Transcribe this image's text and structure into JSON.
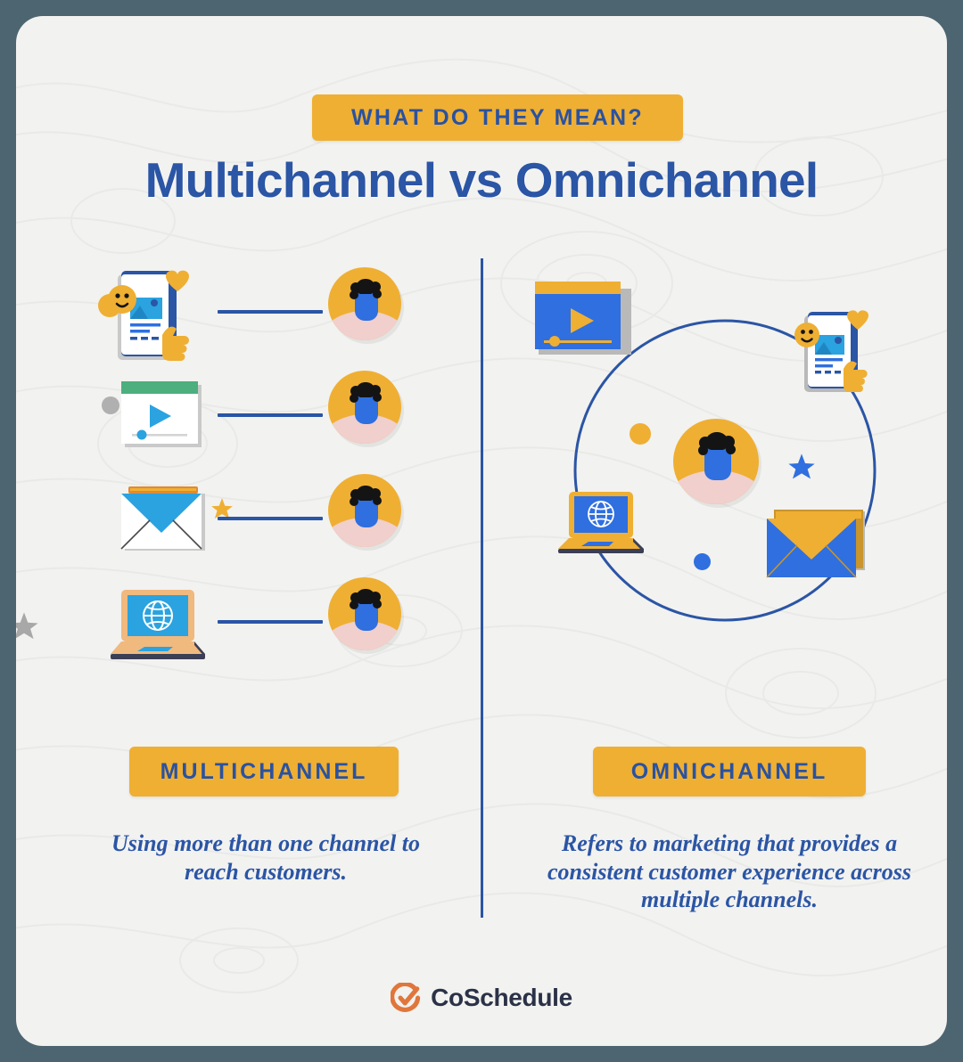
{
  "colors": {
    "page_background": "#4d6570",
    "card_background": "#f2f2f0",
    "accent_yellow": "#efaf33",
    "accent_blue": "#2b55a5",
    "icon_blue": "#2f6fe0",
    "light_blue": "#2aa3e0",
    "green": "#4caf7d",
    "skin_pink": "#f0cfcc",
    "gray": "#b0b0b0",
    "logo_orange": "#e0763c",
    "logo_navy": "#2b3247"
  },
  "header": {
    "eyebrow_badge": "WHAT DO THEY MEAN?",
    "title": "Multichannel vs Omnichannel"
  },
  "multichannel": {
    "badge_label": "MULTICHANNEL",
    "description": "Using more than one channel to reach customers.",
    "rows": [
      {
        "icon": "social-phone-icon",
        "avatar": "customer-avatar"
      },
      {
        "icon": "video-player-icon",
        "avatar": "customer-avatar"
      },
      {
        "icon": "email-envelope-icon",
        "avatar": "customer-avatar"
      },
      {
        "icon": "laptop-globe-icon",
        "avatar": "customer-avatar"
      }
    ],
    "decorations": [
      "yellow-dot",
      "gray-dot",
      "yellow-star",
      "gray-star"
    ]
  },
  "omnichannel": {
    "badge_label": "OMNICHANNEL",
    "description": "Refers to marketing that provides a consistent customer experience across multiple channels.",
    "center": "customer-avatar",
    "nodes": [
      {
        "icon": "video-player-icon",
        "position": "top-left"
      },
      {
        "icon": "social-phone-icon",
        "position": "top-right"
      },
      {
        "icon": "email-envelope-icon",
        "position": "bottom-right"
      },
      {
        "icon": "laptop-globe-icon",
        "position": "bottom-left"
      }
    ],
    "decorations": [
      "yellow-dot",
      "blue-dot",
      "blue-star"
    ]
  },
  "footer": {
    "brand_name": "CoSchedule",
    "logo_icon": "coschedule-check-icon"
  }
}
